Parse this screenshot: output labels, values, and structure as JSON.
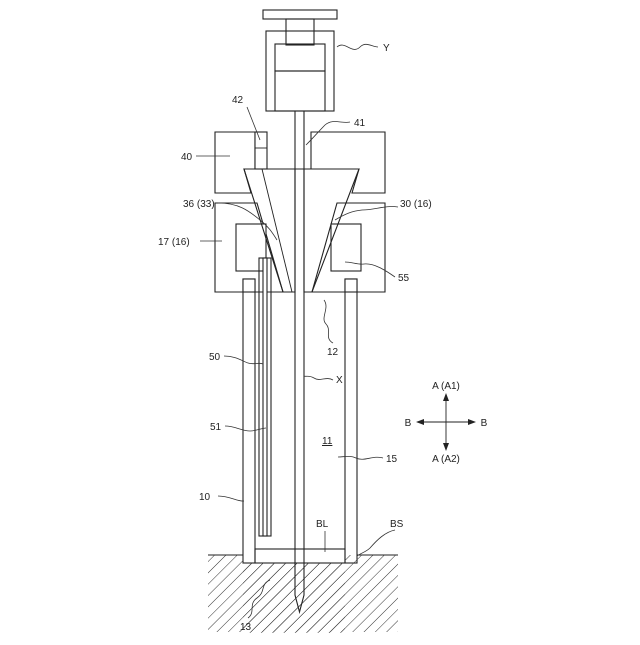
{
  "labels": {
    "y": "Y",
    "n42": "42",
    "n41": "41",
    "n40": "40",
    "n36_33": "36 (33)",
    "n30_16": "30 (16)",
    "n17_16": "17 (16)",
    "n55": "55",
    "n12": "12",
    "n50": "50",
    "x": "X",
    "n51": "51",
    "n11": "11",
    "n15": "15",
    "n10": "10",
    "bl": "BL",
    "bs": "BS",
    "n13": "13"
  },
  "compass": {
    "a1": "A (A1)",
    "a2": "A (A2)",
    "b_left": "B",
    "b_right": "B"
  }
}
